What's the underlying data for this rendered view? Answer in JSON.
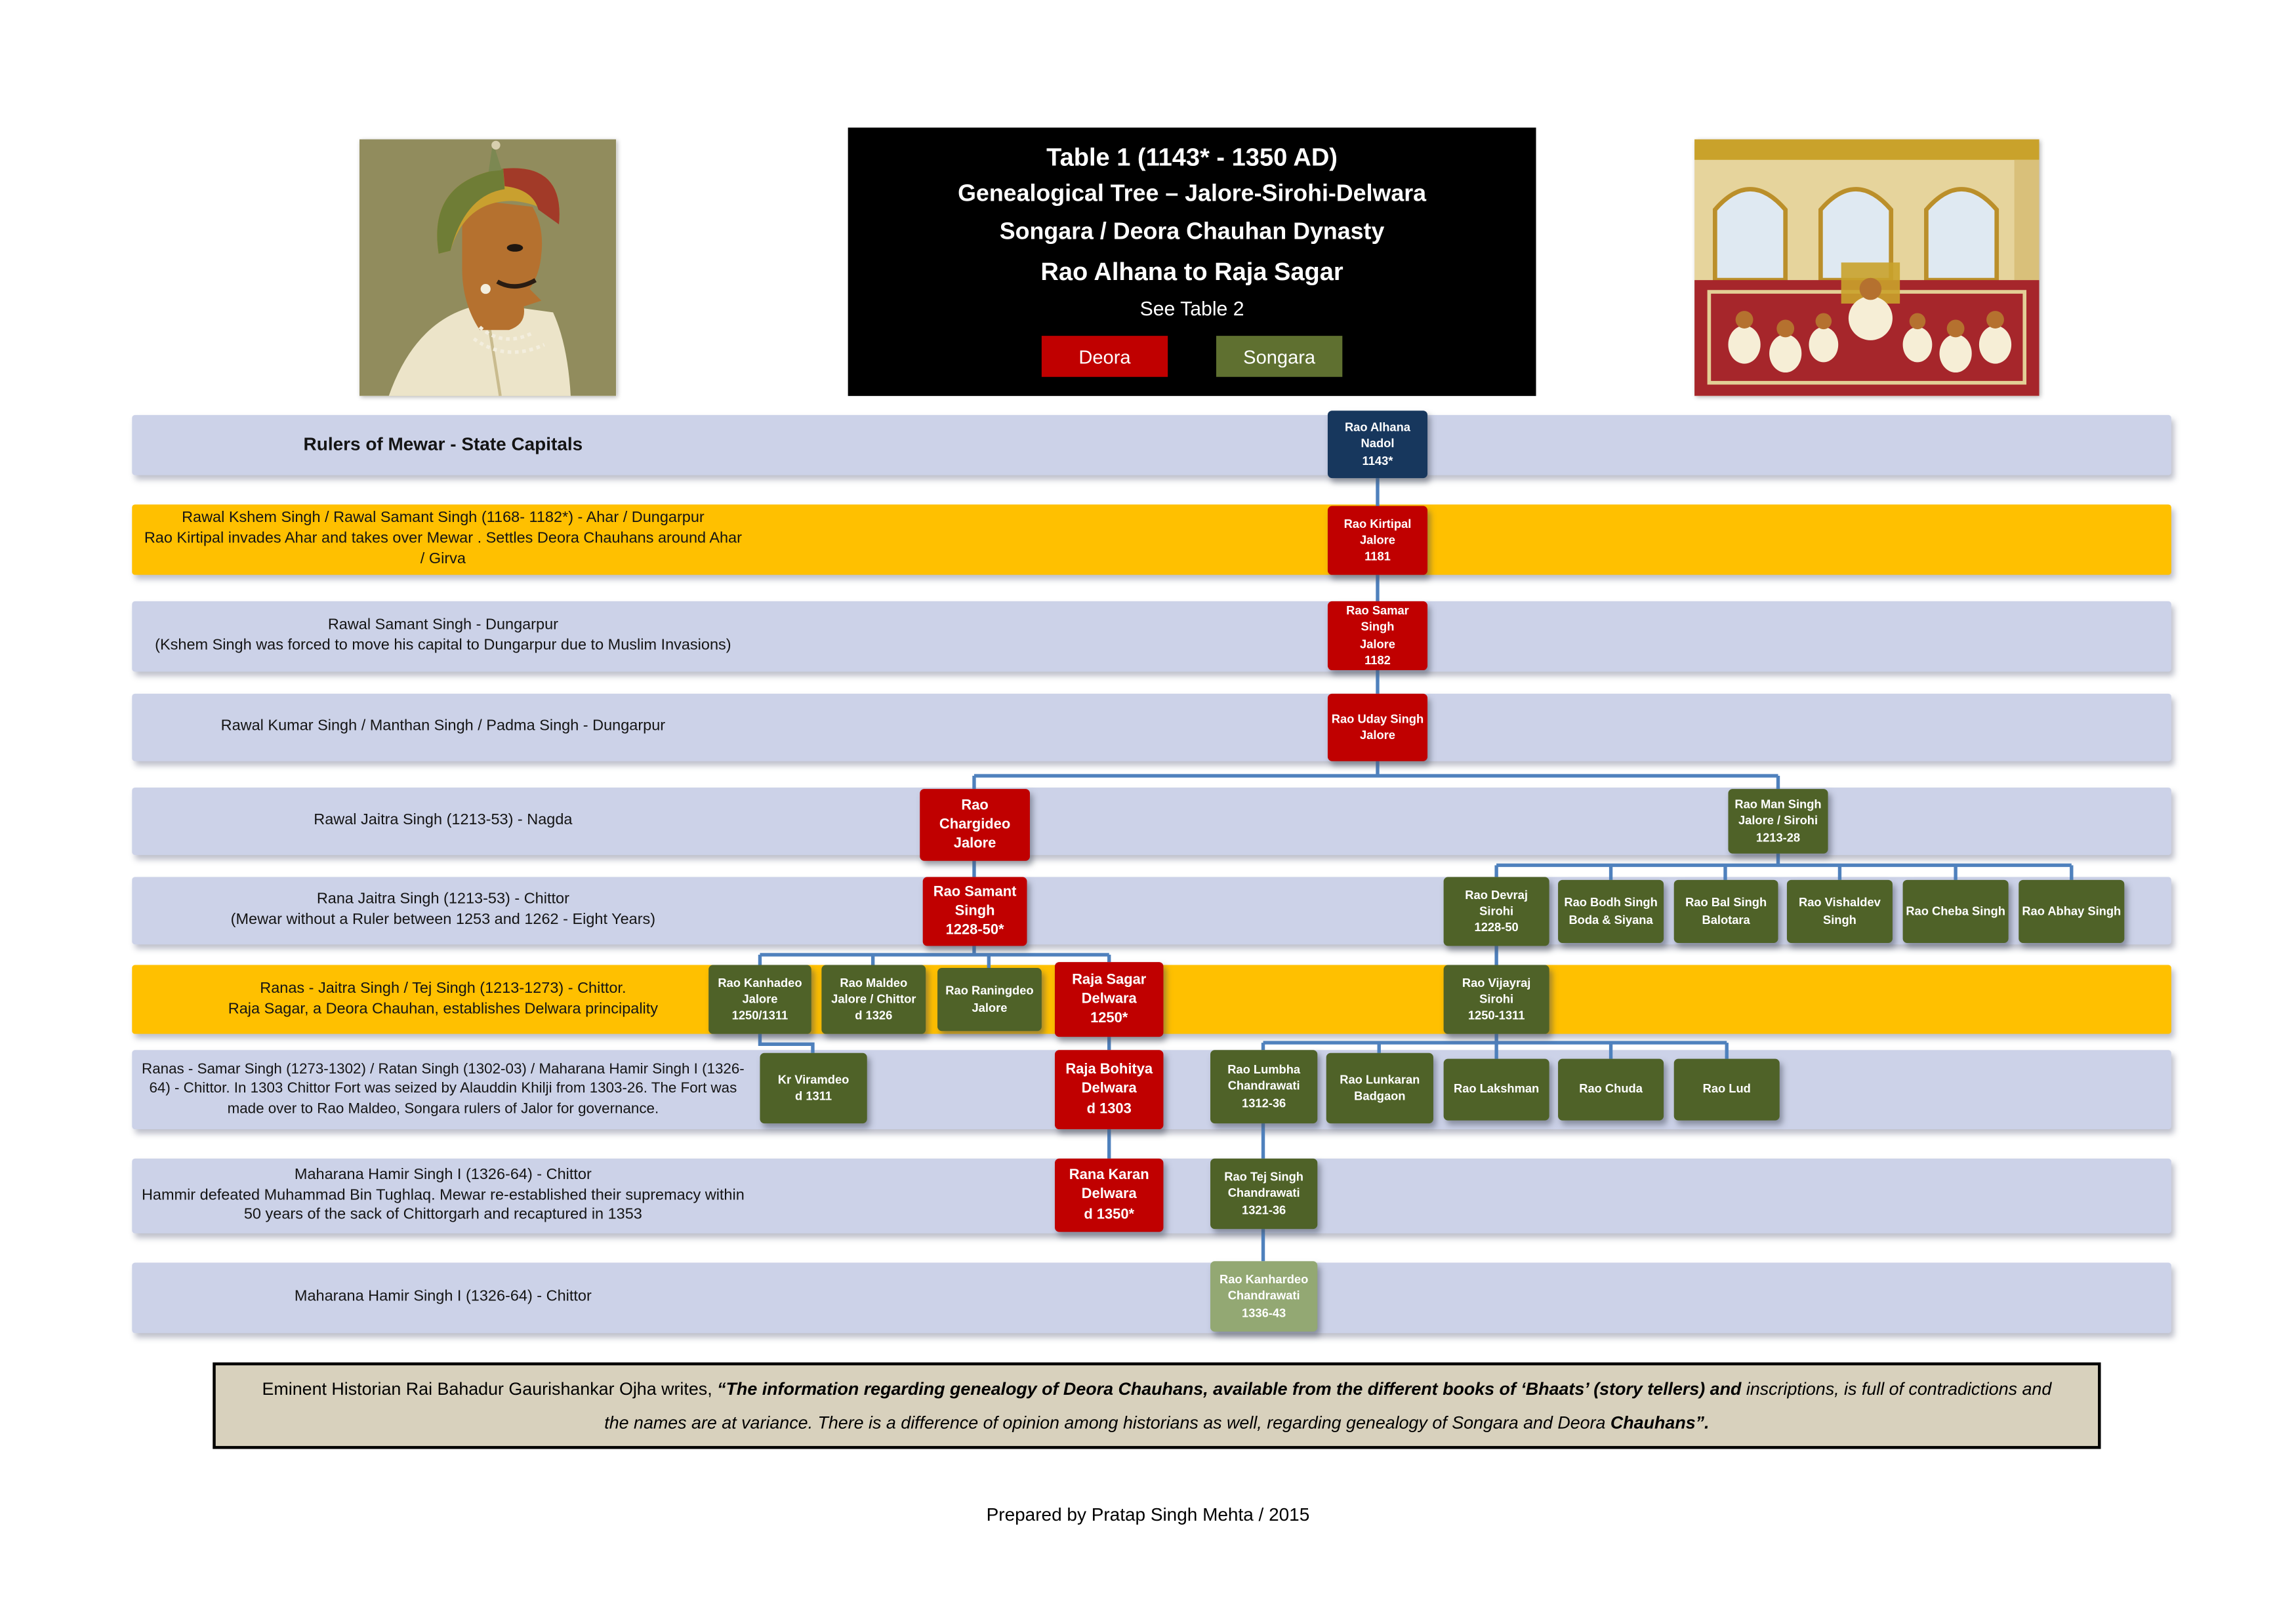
{
  "header": {
    "title_lines": [
      "Table 1 (1143* - 1350 AD)",
      "Genealogical Tree – Jalore-Sirohi-Delwara",
      "Songara / Deora Chauhan Dynasty",
      "Rao Alhana to Raja Sagar",
      "See Table 2"
    ],
    "legend": {
      "deora_label": "Deora",
      "songara_label": "Songara"
    }
  },
  "left_rows": [
    {
      "lines": [
        "Rulers of Mewar - State Capitals"
      ]
    },
    {
      "lines": [
        "Rawal Kshem Singh / Rawal Samant Singh (1168- 1182*) - Ahar / Dungarpur",
        "Rao Kirtipal invades Ahar and takes over Mewar . Settles Deora Chauhans around Ahar / Girva"
      ]
    },
    {
      "lines": [
        "Rawal Samant Singh - Dungarpur",
        "(Kshem Singh was forced to move his capital to Dungarpur due to Muslim Invasions)"
      ]
    },
    {
      "lines": [
        "Rawal Kumar Singh / Manthan Singh / Padma Singh - Dungarpur"
      ]
    },
    {
      "lines": [
        "Rawal Jaitra Singh (1213-53) - Nagda"
      ]
    },
    {
      "lines": [
        "Rana Jaitra Singh (1213-53) - Chittor",
        "(Mewar without a Ruler between 1253 and 1262 - Eight Years)"
      ]
    },
    {
      "lines": [
        "Ranas - Jaitra Singh / Tej Singh (1213-1273) - Chittor.",
        "Raja Sagar, a Deora Chauhan, establishes Delwara principality"
      ]
    },
    {
      "lines": [
        "Ranas - Samar Singh (1273-1302) / Ratan Singh (1302-03) / Maharana Hamir Singh I (1326-64) - Chittor. In 1303 Chittor Fort was seized by Alauddin Khilji from 1303-26. The Fort was made over to Rao Maldeo, Songara rulers of Jalor for governance."
      ]
    },
    {
      "lines": [
        "Maharana Hamir Singh I (1326-64) - Chittor",
        "Hammir defeated Muhammad Bin Tughlaq. Mewar re-established their supremacy within 50 years of the sack of Chittorgarh and recaptured in 1353"
      ]
    },
    {
      "lines": [
        "Maharana Hamir Singh I (1326-64) - Chittor"
      ]
    }
  ],
  "tree": {
    "nodes": [
      {
        "id": "rao-alhana",
        "group": "root",
        "lines": [
          "Rao Alhana",
          "Nadol",
          "1143*"
        ]
      },
      {
        "id": "rao-kirtipal",
        "group": "deora",
        "lines": [
          "Rao Kirtipal",
          "Jalore",
          "1181"
        ]
      },
      {
        "id": "rao-samar-singh",
        "group": "deora",
        "lines": [
          "Rao Samar Singh",
          "Jalore",
          "1182"
        ]
      },
      {
        "id": "rao-uday-singh",
        "group": "deora",
        "lines": [
          "Rao Uday Singh",
          "Jalore"
        ]
      },
      {
        "id": "rao-chargideo",
        "group": "deora",
        "lines": [
          "Rao",
          "Chargideo",
          "Jalore"
        ]
      },
      {
        "id": "rao-man-singh",
        "group": "songara",
        "lines": [
          "Rao Man Singh",
          "Jalore / Sirohi",
          "1213-28"
        ]
      },
      {
        "id": "rao-samant-singh",
        "group": "deora",
        "lines": [
          "Rao Samant",
          "Singh",
          "1228-50*"
        ]
      },
      {
        "id": "rao-devraj",
        "group": "songara",
        "lines": [
          "Rao Devraj",
          "Sirohi",
          "1228-50"
        ]
      },
      {
        "id": "rao-bodh-singh",
        "group": "songara",
        "lines": [
          "Rao Bodh Singh",
          "Boda & Siyana"
        ]
      },
      {
        "id": "rao-bal-singh",
        "group": "songara",
        "lines": [
          "Rao Bal Singh",
          "Balotara"
        ]
      },
      {
        "id": "rao-vishaldev-singh",
        "group": "songara",
        "lines": [
          "Rao Vishaldev",
          "Singh"
        ]
      },
      {
        "id": "rao-cheba-singh",
        "group": "songara",
        "lines": [
          "Rao Cheba Singh"
        ]
      },
      {
        "id": "rao-abhay-singh",
        "group": "songara",
        "lines": [
          "Rao Abhay Singh"
        ]
      },
      {
        "id": "rao-kanhadeo",
        "group": "songara",
        "lines": [
          "Rao Kanhadeo",
          "Jalore",
          "1250/1311"
        ]
      },
      {
        "id": "rao-maldeo",
        "group": "songara",
        "lines": [
          "Rao Maldeo",
          "Jalore / Chittor",
          "d 1326"
        ]
      },
      {
        "id": "rao-raningdeo",
        "group": "songara",
        "lines": [
          "Rao Raningdeo",
          "Jalore"
        ]
      },
      {
        "id": "raja-sagar",
        "group": "deora",
        "lines": [
          "Raja Sagar",
          "Delwara",
          "1250*"
        ]
      },
      {
        "id": "rao-vijayraj",
        "group": "songara",
        "lines": [
          "Rao Vijayraj",
          "Sirohi",
          "1250-1311"
        ]
      },
      {
        "id": "kr-viramdeo",
        "group": "songara",
        "lines": [
          "Kr Viramdeo",
          "d 1311"
        ]
      },
      {
        "id": "raja-bohitya",
        "group": "deora",
        "lines": [
          "Raja Bohitya",
          "Delwara",
          "d 1303"
        ]
      },
      {
        "id": "rao-lumbha",
        "group": "songara",
        "lines": [
          "Rao Lumbha",
          "Chandrawati",
          "1312-36"
        ]
      },
      {
        "id": "rao-lunkaran",
        "group": "songara",
        "lines": [
          "Rao Lunkaran",
          "Badgaon"
        ]
      },
      {
        "id": "rao-lakshman",
        "group": "songara",
        "lines": [
          "Rao Lakshman"
        ]
      },
      {
        "id": "rao-chuda",
        "group": "songara",
        "lines": [
          "Rao Chuda"
        ]
      },
      {
        "id": "rao-lud",
        "group": "songara",
        "lines": [
          "Rao Lud"
        ]
      },
      {
        "id": "rana-karan",
        "group": "deora",
        "lines": [
          "Rana Karan",
          "Delwara",
          "d 1350*"
        ]
      },
      {
        "id": "rao-tej-singh",
        "group": "songara",
        "lines": [
          "Rao Tej Singh",
          "Chandrawati",
          "1321-36"
        ]
      },
      {
        "id": "rao-kanhardeo",
        "group": "songara-light",
        "lines": [
          "Rao Kanhardeo",
          "Chandrawati",
          "1336-43"
        ]
      }
    ]
  },
  "note": {
    "prefix": "Eminent Historian Rai Bahadur Gaurishankar Ojha writes, ",
    "quote_bold_1": "“The information regarding genealogy of Deora Chauhans, available from the different books of ‘Bhaats’ (story tellers) and ",
    "quote_italic": "inscriptions, is full of contradictions and the names are at variance. There is a difference of opinion among historians as well, regarding genealogy of Songara and Deora ",
    "quote_bold_2": "Chauhans”."
  },
  "footer": "Prepared by Pratap Singh Mehta / 2015",
  "colors": {
    "deora_red": "#C00000",
    "songara_green": "#4F6228",
    "songara_light": "#93A873",
    "root_navy": "#17375D",
    "band_lavender": "#CCD2E8",
    "band_gold": "#FFC000",
    "connector_blue": "#4F81BD",
    "note_background": "#D8D1BD"
  }
}
